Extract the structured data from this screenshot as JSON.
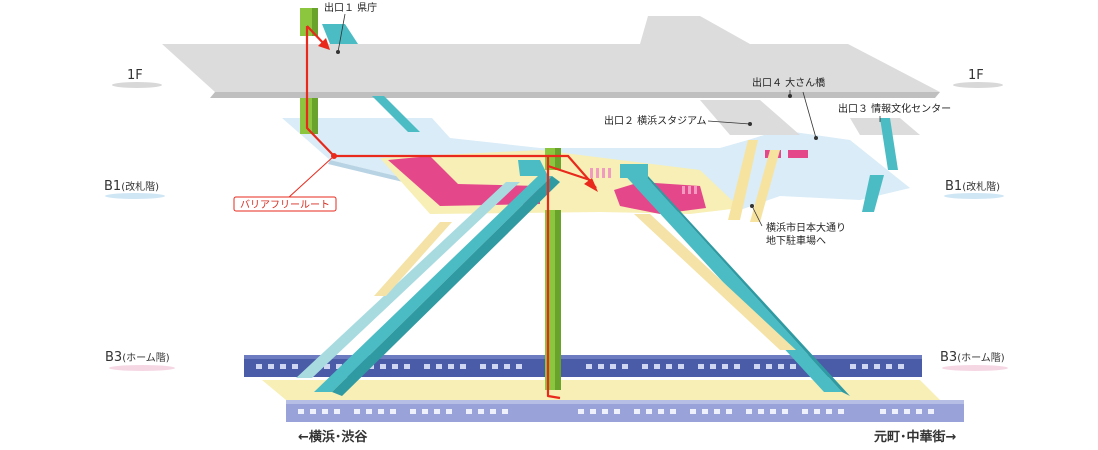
{
  "levels": {
    "f1_left": "1F",
    "f1_right": "1F",
    "b1_left_main": "B1",
    "b1_left_sub": "(改札階)",
    "b1_right_main": "B1",
    "b1_right_sub": "(改札階)",
    "b3_left_main": "B3",
    "b3_left_sub": "(ホーム階)",
    "b3_right_main": "B3",
    "b3_right_sub": "(ホーム階)"
  },
  "exits": {
    "exit1": "出口１ 県庁",
    "exit2": "出口２ 横浜スタジアム",
    "exit3": "出口３ 情報文化センター",
    "exit4": "出口４ 大さん橋",
    "parking_line1": "横浜市日本大通り",
    "parking_line2": "地下駐車場へ"
  },
  "barrier_free_label": "バリアフリールート",
  "directions": {
    "left": "←横浜･渋谷",
    "right": "元町･中華街→"
  },
  "colors": {
    "floor_1f": "#dcdcdc",
    "concourse_b1": "#d9ecf7",
    "platform": "#f7efb6",
    "ticket_gate": "#e5478b",
    "escalator": "#4bbcc4",
    "elevator": "#8cc63f",
    "route": "#e8291c",
    "train": "#4a5ba8"
  }
}
